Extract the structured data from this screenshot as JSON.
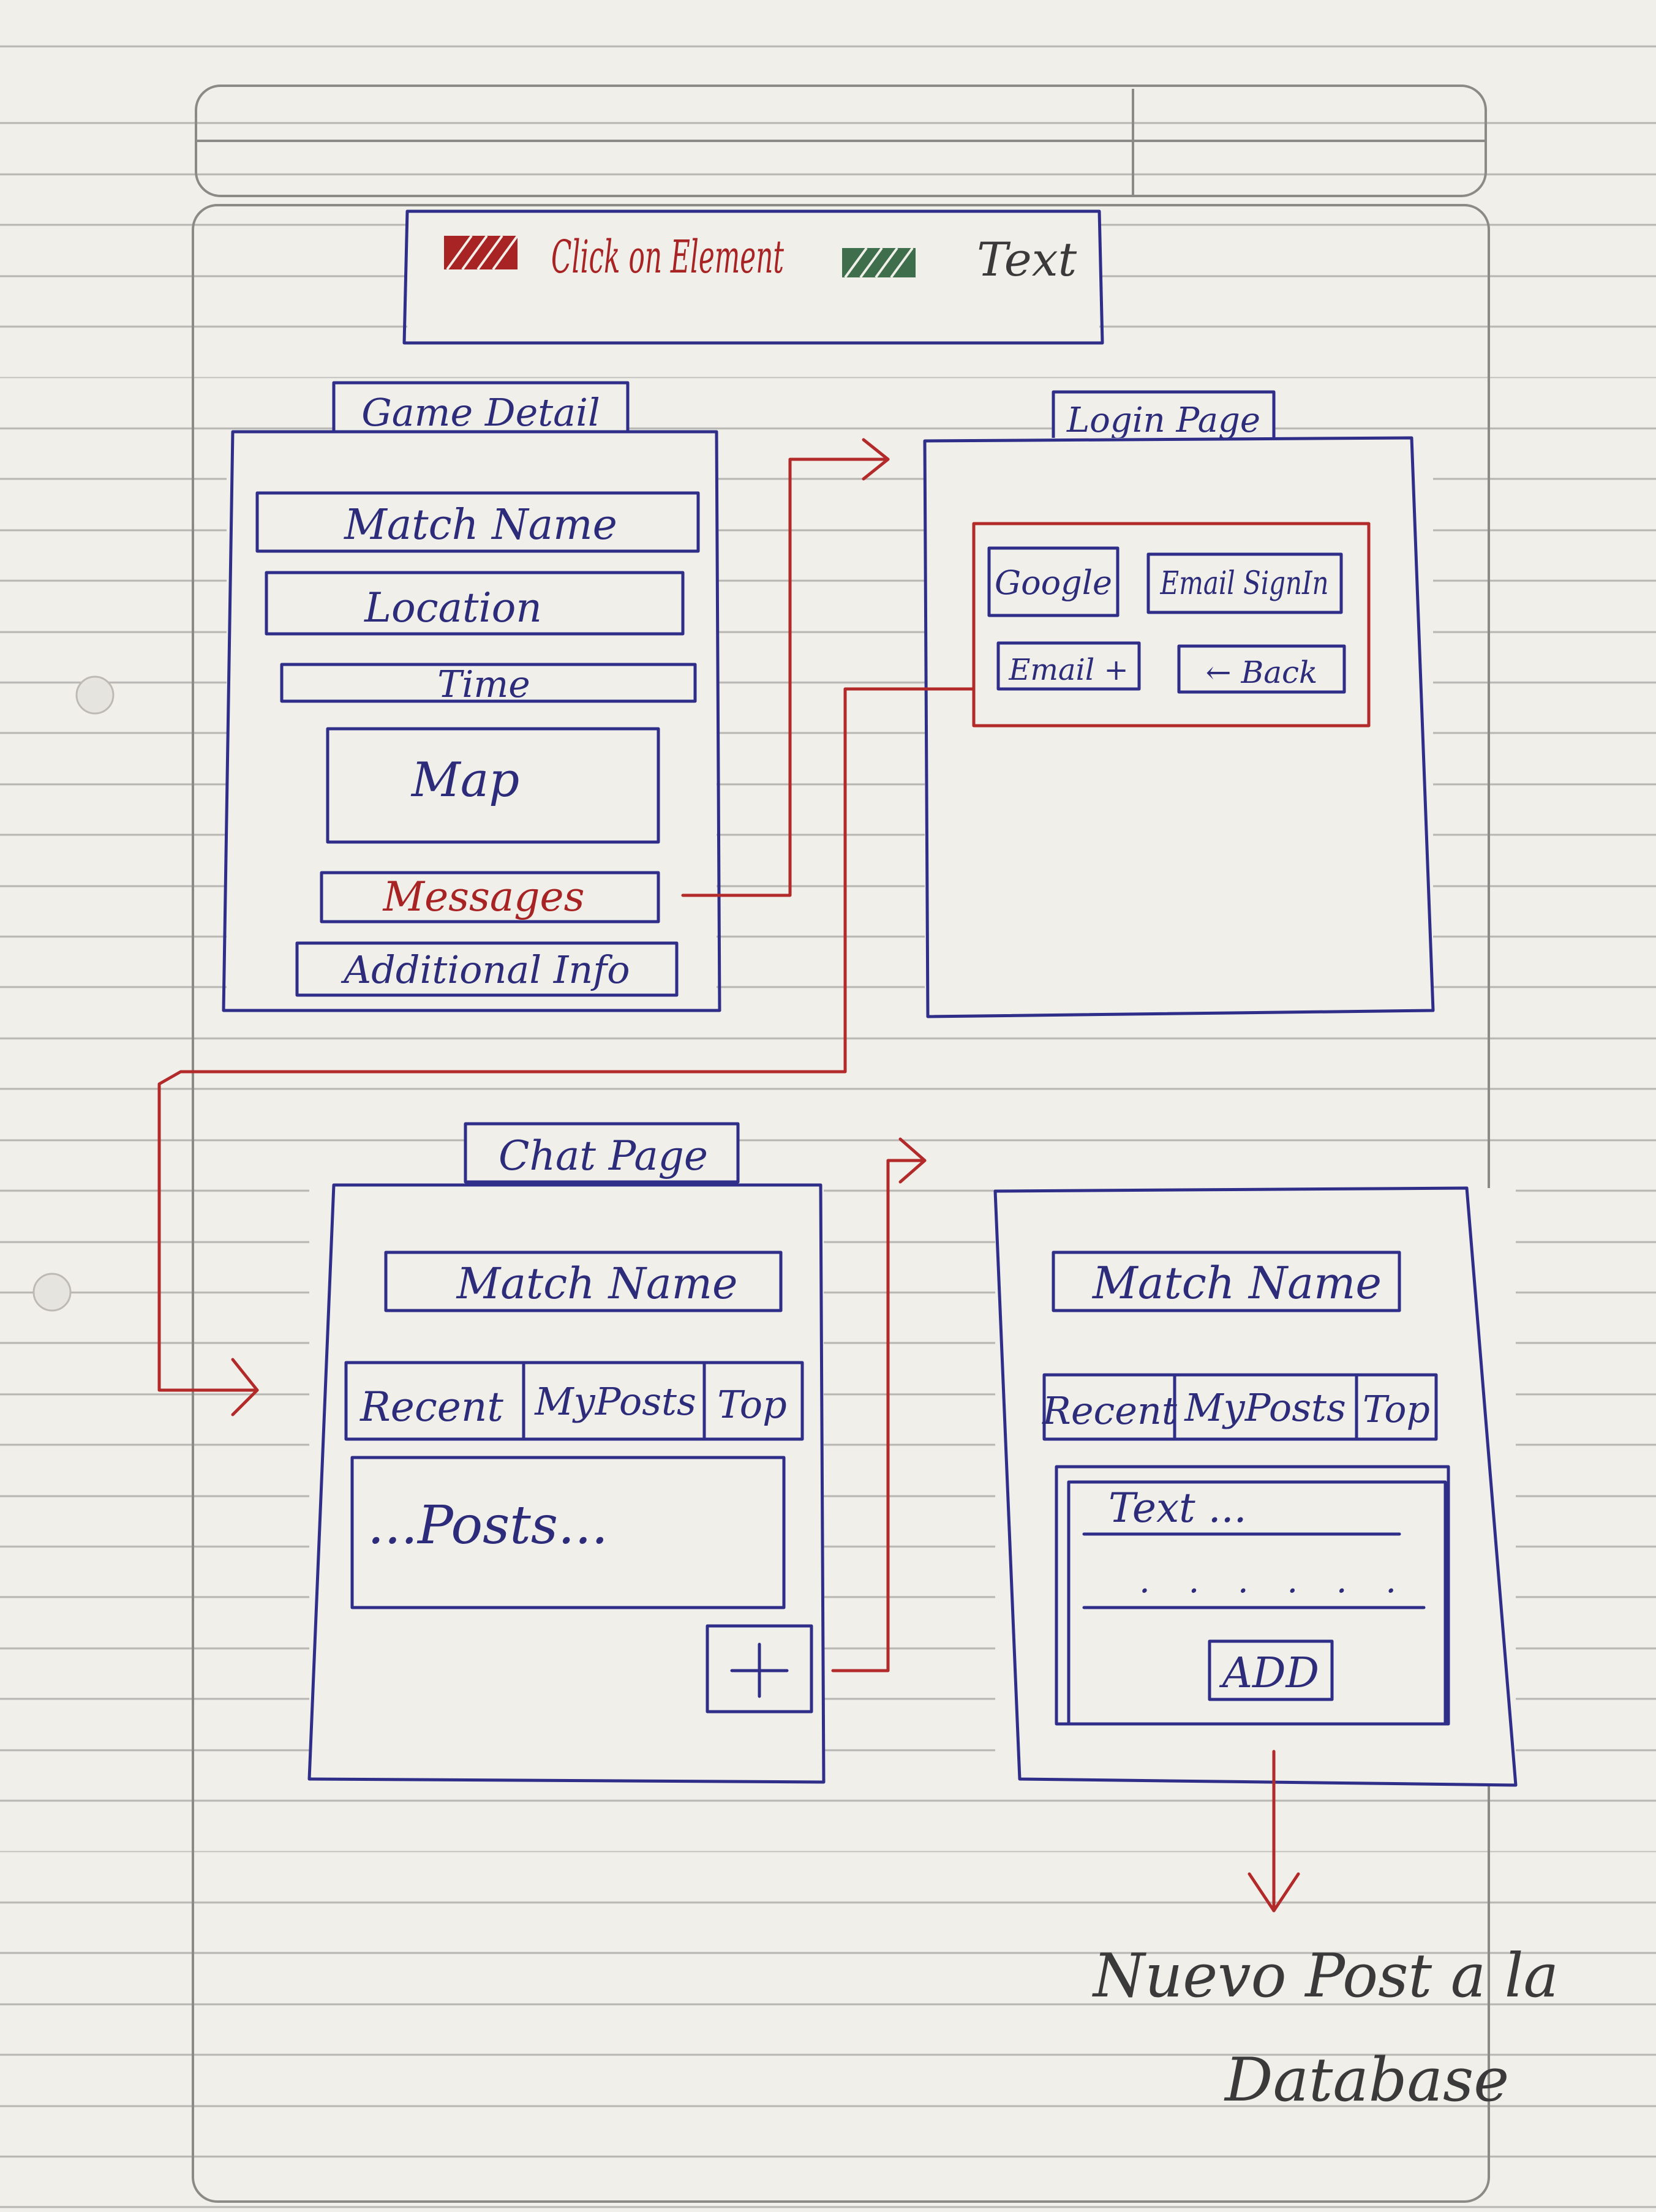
{
  "legend": {
    "click_label": "Click on Element",
    "text_label": "Text",
    "click_color": "#a82424",
    "text_color": "#3f6e4c"
  },
  "game_detail": {
    "title": "Game Detail",
    "match_name": "Match Name",
    "location": "Location",
    "time": "Time",
    "map": "Map",
    "messages": "Messages",
    "additional_info": "Additional Info"
  },
  "login_page": {
    "title": "Login Page",
    "google": "Google",
    "email_sign_in": "Email SignIn",
    "email_plus": "Email +",
    "back": "← Back"
  },
  "chat_page": {
    "title": "Chat Page",
    "match_name": "Match Name",
    "tabs": [
      "Recent",
      "MyPosts",
      "Top"
    ],
    "posts": "...Posts...",
    "add_icon": "plus-icon"
  },
  "new_post_page": {
    "match_name": "Match Name",
    "tabs": [
      "Recent",
      "MyPosts",
      "Top"
    ],
    "text_field": "Text ...",
    "dots": ". . . . . .",
    "add_button": "ADD"
  },
  "annotation": {
    "line1": "Nuevo Post a la",
    "line2": "Database"
  }
}
